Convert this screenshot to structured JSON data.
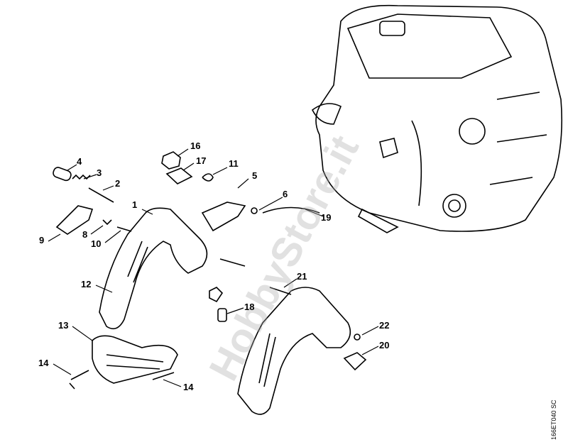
{
  "diagram": {
    "code": "166ET040 SC",
    "watermark": "HobbyStore.it",
    "callouts": [
      "4",
      "3",
      "2",
      "16",
      "17",
      "11",
      "5",
      "1",
      "6",
      "19",
      "9",
      "8",
      "10",
      "12",
      "21",
      "18",
      "13",
      "22",
      "20",
      "14",
      "14"
    ]
  }
}
